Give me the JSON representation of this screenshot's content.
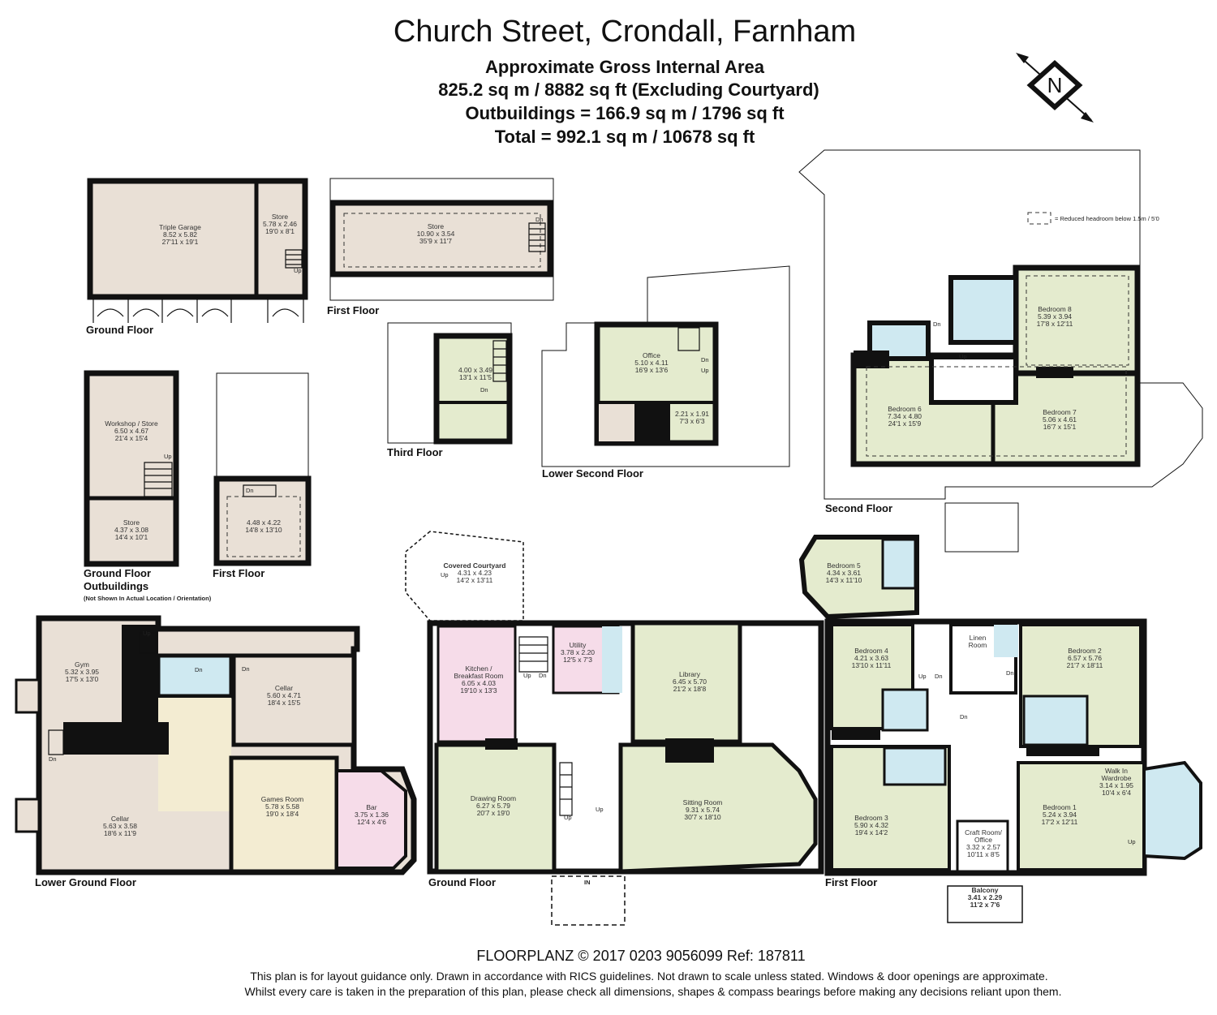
{
  "header": {
    "title": "Church Street, Crondall, Farnham",
    "area_heading": "Approximate Gross Internal Area",
    "area_main": "825.2 sq m / 8882 sq ft (Excluding Courtyard)",
    "area_outbuildings": "Outbuildings = 166.9 sq m / 1796 sq ft",
    "area_total": "Total = 992.1 sq m / 10678 sq ft"
  },
  "compass": {
    "letter": "N",
    "icon": "compass-north-icon"
  },
  "key": {
    "label": "= Reduced headroom below 1.5m / 5'0"
  },
  "floor_labels": {
    "garage_ground": "Ground Floor",
    "store_first": "First Floor",
    "third": "Third Floor",
    "lower_second": "Lower Second Floor",
    "second": "Second Floor",
    "out_ground": "Ground Floor",
    "out_first": "First Floor",
    "outbuildings": "Outbuildings",
    "outbuildings_note": "(Not Shown In Actual Location / Orientation)",
    "lower_ground": "Lower Ground Floor",
    "ground": "Ground Floor",
    "first": "First Floor"
  },
  "rooms": {
    "triple_garage": {
      "name": "Triple Garage",
      "metric": "8.52 x 5.82",
      "imperial": "27'11 x 19'1"
    },
    "garage_store": {
      "name": "Store",
      "metric": "5.78 x 2.46",
      "imperial": "19'0 x 8'1"
    },
    "first_store": {
      "name": "Store",
      "metric": "10.90 x 3.54",
      "imperial": "35'9 x 11'7"
    },
    "third_room": {
      "metric": "4.00 x 3.49",
      "imperial": "13'1 x 11'5"
    },
    "office": {
      "name": "Office",
      "metric": "5.10 x 4.11",
      "imperial": "16'9 x 13'6"
    },
    "lsf_small": {
      "metric": "2.21 x 1.91",
      "imperial": "7'3 x 6'3"
    },
    "bedroom8": {
      "name": "Bedroom 8",
      "metric": "5.39 x 3.94",
      "imperial": "17'8 x 12'11"
    },
    "bedroom6": {
      "name": "Bedroom 6",
      "metric": "7.34 x 4.80",
      "imperial": "24'1 x 15'9"
    },
    "bedroom7": {
      "name": "Bedroom 7",
      "metric": "5.06 x 4.61",
      "imperial": "16'7 x 15'1"
    },
    "workshop": {
      "name": "Workshop / Store",
      "metric": "6.50 x 4.67",
      "imperial": "21'4 x 15'4"
    },
    "out_store": {
      "name": "Store",
      "metric": "4.37 x 3.08",
      "imperial": "14'4 x 10'1"
    },
    "out_first_room": {
      "metric": "4.48 x 4.22",
      "imperial": "14'8 x 13'10"
    },
    "gym": {
      "name": "Gym",
      "metric": "5.32 x 3.95",
      "imperial": "17'5 x 13'0"
    },
    "cellar1": {
      "name": "Cellar",
      "metric": "5.60 x 4.71",
      "imperial": "18'4 x 15'5"
    },
    "cellar2": {
      "name": "Cellar",
      "metric": "5.63 x 3.58",
      "imperial": "18'6 x 11'9"
    },
    "games": {
      "name": "Games Room",
      "metric": "5.78 x 5.58",
      "imperial": "19'0 x 18'4"
    },
    "bar": {
      "name": "Bar",
      "metric": "3.75 x 1.36",
      "imperial": "12'4 x 4'6"
    },
    "courtyard": {
      "name": "Covered Courtyard",
      "metric": "4.31 x 4.23",
      "imperial": "14'2 x 13'11"
    },
    "kitchen": {
      "name": "Kitchen /",
      "name2": "Breakfast Room",
      "metric": "6.05 x 4.03",
      "imperial": "19'10 x 13'3"
    },
    "utility": {
      "name": "Utility",
      "metric": "3.78 x 2.20",
      "imperial": "12'5 x 7'3"
    },
    "library": {
      "name": "Library",
      "metric": "6.45 x 5.70",
      "imperial": "21'2 x 18'8"
    },
    "drawing": {
      "name": "Drawing Room",
      "metric": "6.27 x 5.79",
      "imperial": "20'7 x 19'0"
    },
    "sitting": {
      "name": "Sitting Room",
      "metric": "9.31 x 5.74",
      "imperial": "30'7 x 18'10"
    },
    "bedroom5": {
      "name": "Bedroom 5",
      "metric": "4.34 x 3.61",
      "imperial": "14'3 x 11'10"
    },
    "bedroom4": {
      "name": "Bedroom 4",
      "metric": "4.21 x 3.63",
      "imperial": "13'10 x 11'11"
    },
    "linen": {
      "name": "Linen",
      "name2": "Room"
    },
    "bedroom2": {
      "name": "Bedroom 2",
      "metric": "6.57 x 5.76",
      "imperial": "21'7 x 18'11"
    },
    "bedroom3": {
      "name": "Bedroom 3",
      "metric": "5.90 x 4.32",
      "imperial": "19'4 x 14'2"
    },
    "craft": {
      "name": "Craft Room/",
      "name2": "Office",
      "metric": "3.32 x 2.57",
      "imperial": "10'11 x 8'5"
    },
    "bedroom1": {
      "name": "Bedroom 1",
      "metric": "5.24 x 3.94",
      "imperial": "17'2 x 12'11"
    },
    "walkin": {
      "name": "Walk In",
      "name2": "Wardrobe",
      "metric": "3.14 x 1.95",
      "imperial": "10'4 x 6'4"
    },
    "balcony": {
      "name": "Balcony",
      "metric": "3.41 x 2.29",
      "imperial": "11'2 x 7'6"
    }
  },
  "stair_marks": {
    "up": "Up",
    "dn": "Dn",
    "in": "IN"
  },
  "footer": {
    "credit": "FLOORPLANZ © 2017    0203 9056099    Ref: 187811",
    "disclaimer1": "This plan is for layout guidance only. Drawn in accordance with RICS guidelines. Not drawn to scale unless stated. Windows & door openings are approximate.",
    "disclaimer2": "Whilst every care is taken in the preparation of this plan, please check all dimensions, shapes & compass bearings before making any decisions reliant upon them."
  },
  "colors": {
    "beige": "#e9e0d6",
    "green": "#e4ebce",
    "blue": "#cfe9f1",
    "pink": "#f6dce9",
    "wall": "#111111"
  }
}
